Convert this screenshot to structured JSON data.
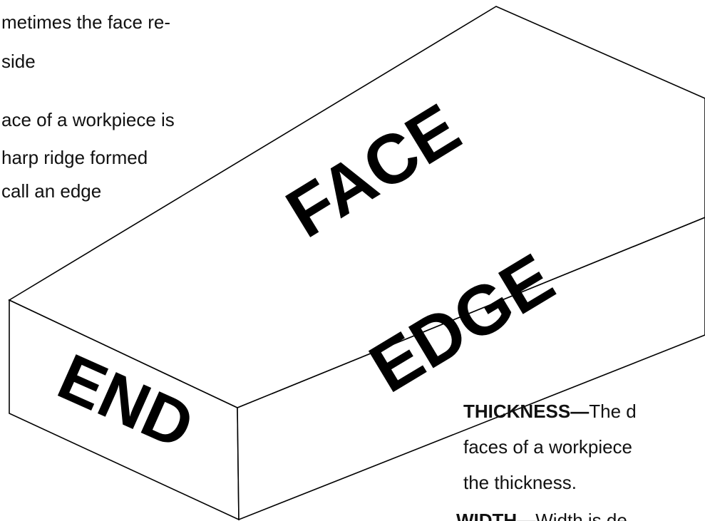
{
  "top_left_text": [
    "metimes the face re-",
    "side",
    "ace of a workpiece is",
    "harp ridge formed",
    "call an edge"
  ],
  "labels": {
    "face": "FACE",
    "edge": "EDGE",
    "end": "END"
  },
  "bottom_right_text": {
    "thickness_term": "THICKNESS—",
    "thickness_line1_rest": "The d",
    "thickness_line2": "faces of a workpiece",
    "thickness_line3": "the thickness.",
    "width_term": "WIDTH—",
    "width_line1_rest": "Width is de"
  }
}
